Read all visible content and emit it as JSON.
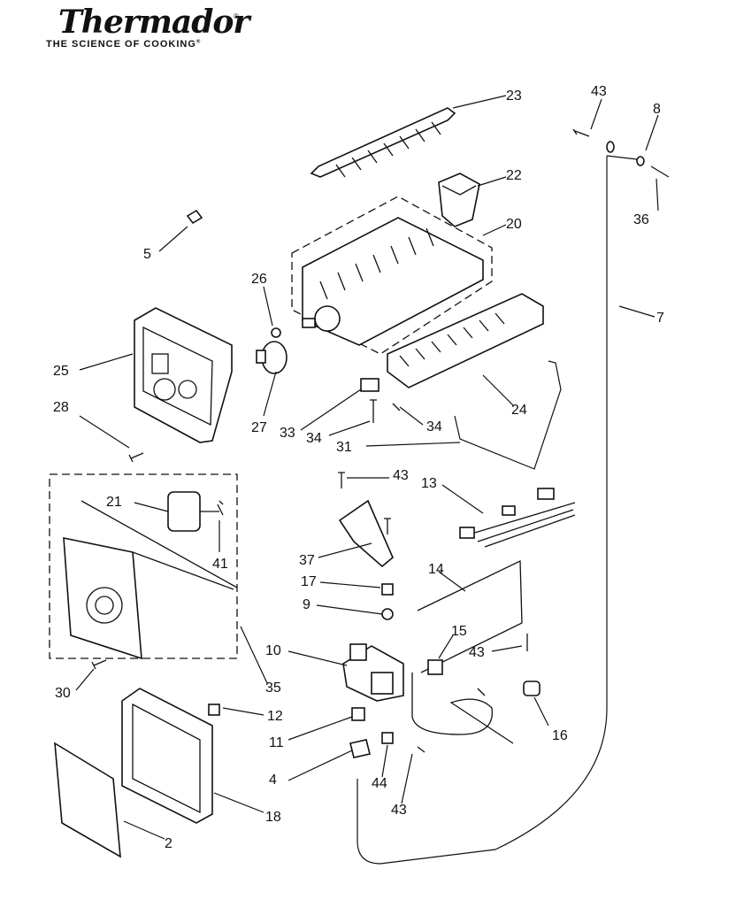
{
  "brand": {
    "name": "Thermador",
    "trademark": "®",
    "tagline": "THE SCIENCE OF COOKING",
    "tagline_mark": "®"
  },
  "callouts": [
    {
      "id": "c23",
      "text": "23"
    },
    {
      "id": "c43a",
      "text": "43"
    },
    {
      "id": "c8",
      "text": "8"
    },
    {
      "id": "c22",
      "text": "22"
    },
    {
      "id": "c36",
      "text": "36"
    },
    {
      "id": "c20",
      "text": "20"
    },
    {
      "id": "c5",
      "text": "5"
    },
    {
      "id": "c26",
      "text": "26"
    },
    {
      "id": "c7",
      "text": "7"
    },
    {
      "id": "c25",
      "text": "25"
    },
    {
      "id": "c24",
      "text": "24"
    },
    {
      "id": "c28",
      "text": "28"
    },
    {
      "id": "c27",
      "text": "27"
    },
    {
      "id": "c33",
      "text": "33"
    },
    {
      "id": "c34a",
      "text": "34"
    },
    {
      "id": "c34b",
      "text": "34"
    },
    {
      "id": "c31",
      "text": "31"
    },
    {
      "id": "c43b",
      "text": "43"
    },
    {
      "id": "c13",
      "text": "13"
    },
    {
      "id": "c21",
      "text": "21"
    },
    {
      "id": "c41",
      "text": "41"
    },
    {
      "id": "c37",
      "text": "37"
    },
    {
      "id": "c14",
      "text": "14"
    },
    {
      "id": "c17",
      "text": "17"
    },
    {
      "id": "c9",
      "text": "9"
    },
    {
      "id": "c15",
      "text": "15"
    },
    {
      "id": "c10",
      "text": "10"
    },
    {
      "id": "c43c",
      "text": "43"
    },
    {
      "id": "c30",
      "text": "30"
    },
    {
      "id": "c35",
      "text": "35"
    },
    {
      "id": "c16",
      "text": "16"
    },
    {
      "id": "c12",
      "text": "12"
    },
    {
      "id": "c11",
      "text": "11"
    },
    {
      "id": "c4",
      "text": "4"
    },
    {
      "id": "c44",
      "text": "44"
    },
    {
      "id": "c18",
      "text": "18"
    },
    {
      "id": "c43d",
      "text": "43"
    },
    {
      "id": "c2",
      "text": "2"
    }
  ]
}
